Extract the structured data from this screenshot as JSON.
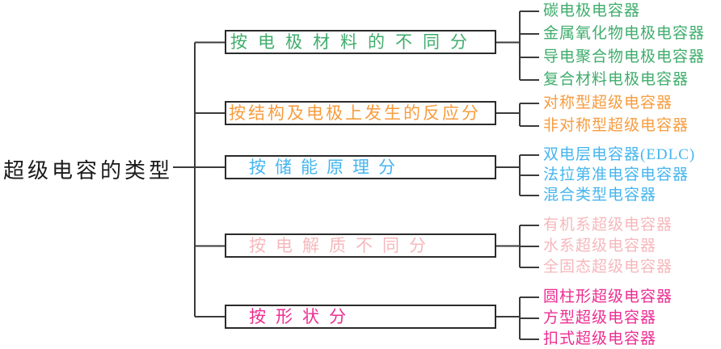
{
  "root": {
    "label": "超级电容的类型"
  },
  "colors": {
    "line": "#3b3b3b",
    "box_border": "#2b2b2b",
    "root_text": "#1a1a1a",
    "branch_green": "#3fad6c",
    "branch_orange": "#f89c3e",
    "branch_blue": "#45b5ee",
    "branch_pink_light": "#f6b8bc",
    "branch_magenta": "#ec2e92"
  },
  "branches": [
    {
      "category": "按电极材料的不同分",
      "color": "#3fad6c",
      "leaves": [
        "碳电极电容器",
        "金属氧化物电极电容器",
        "导电聚合物电极电容器",
        "复合材料电极电容器"
      ]
    },
    {
      "category": "按结构及电极上发生的反应分",
      "color": "#f89c3e",
      "leaves": [
        "对称型超级电容器",
        "非对称型超级电容器"
      ]
    },
    {
      "category": "按储能原理分",
      "color": "#45b5ee",
      "leaves": [
        "双电层电容器(EDLC)",
        "法拉第准电容电容器",
        "混合类型电容器"
      ]
    },
    {
      "category": "按电解质不同分",
      "color": "#f6b8bc",
      "leaves": [
        "有机系超级电容器",
        "水系超级电容器",
        "全固态超级电容器"
      ]
    },
    {
      "category": "按形状分",
      "color": "#ec2e92",
      "leaves": [
        "圆柱形超级电容器",
        "方型超级电容器",
        "扣式超级电容器"
      ]
    }
  ]
}
